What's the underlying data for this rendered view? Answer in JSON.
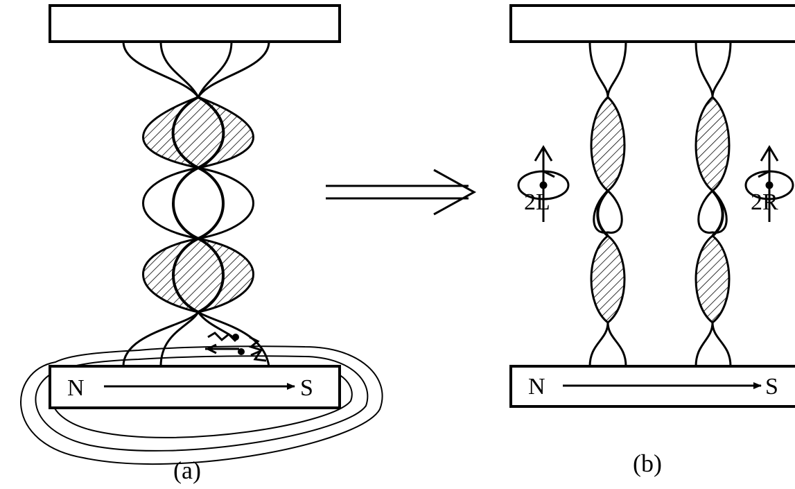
{
  "panels": [
    {
      "caption": "(a)",
      "magnet": {
        "north_label": "N",
        "south_label": "S"
      }
    },
    {
      "caption": "(b)",
      "magnet": {
        "north_label": "N",
        "south_label": "S"
      },
      "left_label": "2L",
      "right_label": "2R"
    }
  ],
  "colors": {
    "ink": "#000000",
    "background": "#ffffff"
  }
}
